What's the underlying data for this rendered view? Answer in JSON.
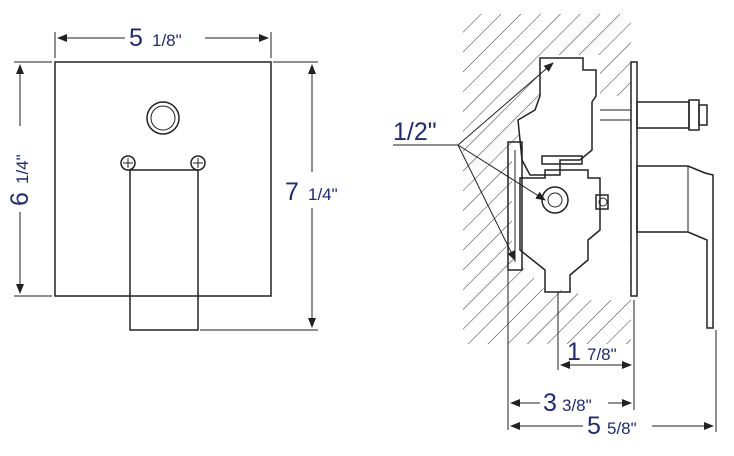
{
  "front_view": {
    "width_label": {
      "whole": "5",
      "fraction": "1/8\""
    },
    "height_label": {
      "whole": "6",
      "fraction": "1/4\""
    },
    "overall_height_label": {
      "whole": "7",
      "fraction": "1/4\""
    }
  },
  "side_view": {
    "pipe_label": "1/2\"",
    "depth_1": {
      "whole": "1",
      "fraction": "7/8\""
    },
    "depth_2": {
      "whole": "3",
      "fraction": "3/8\""
    },
    "depth_3": {
      "whole": "5",
      "fraction": "5/8\""
    }
  },
  "colors": {
    "dimension_text": "#1f2a7a",
    "line": "#222222"
  }
}
